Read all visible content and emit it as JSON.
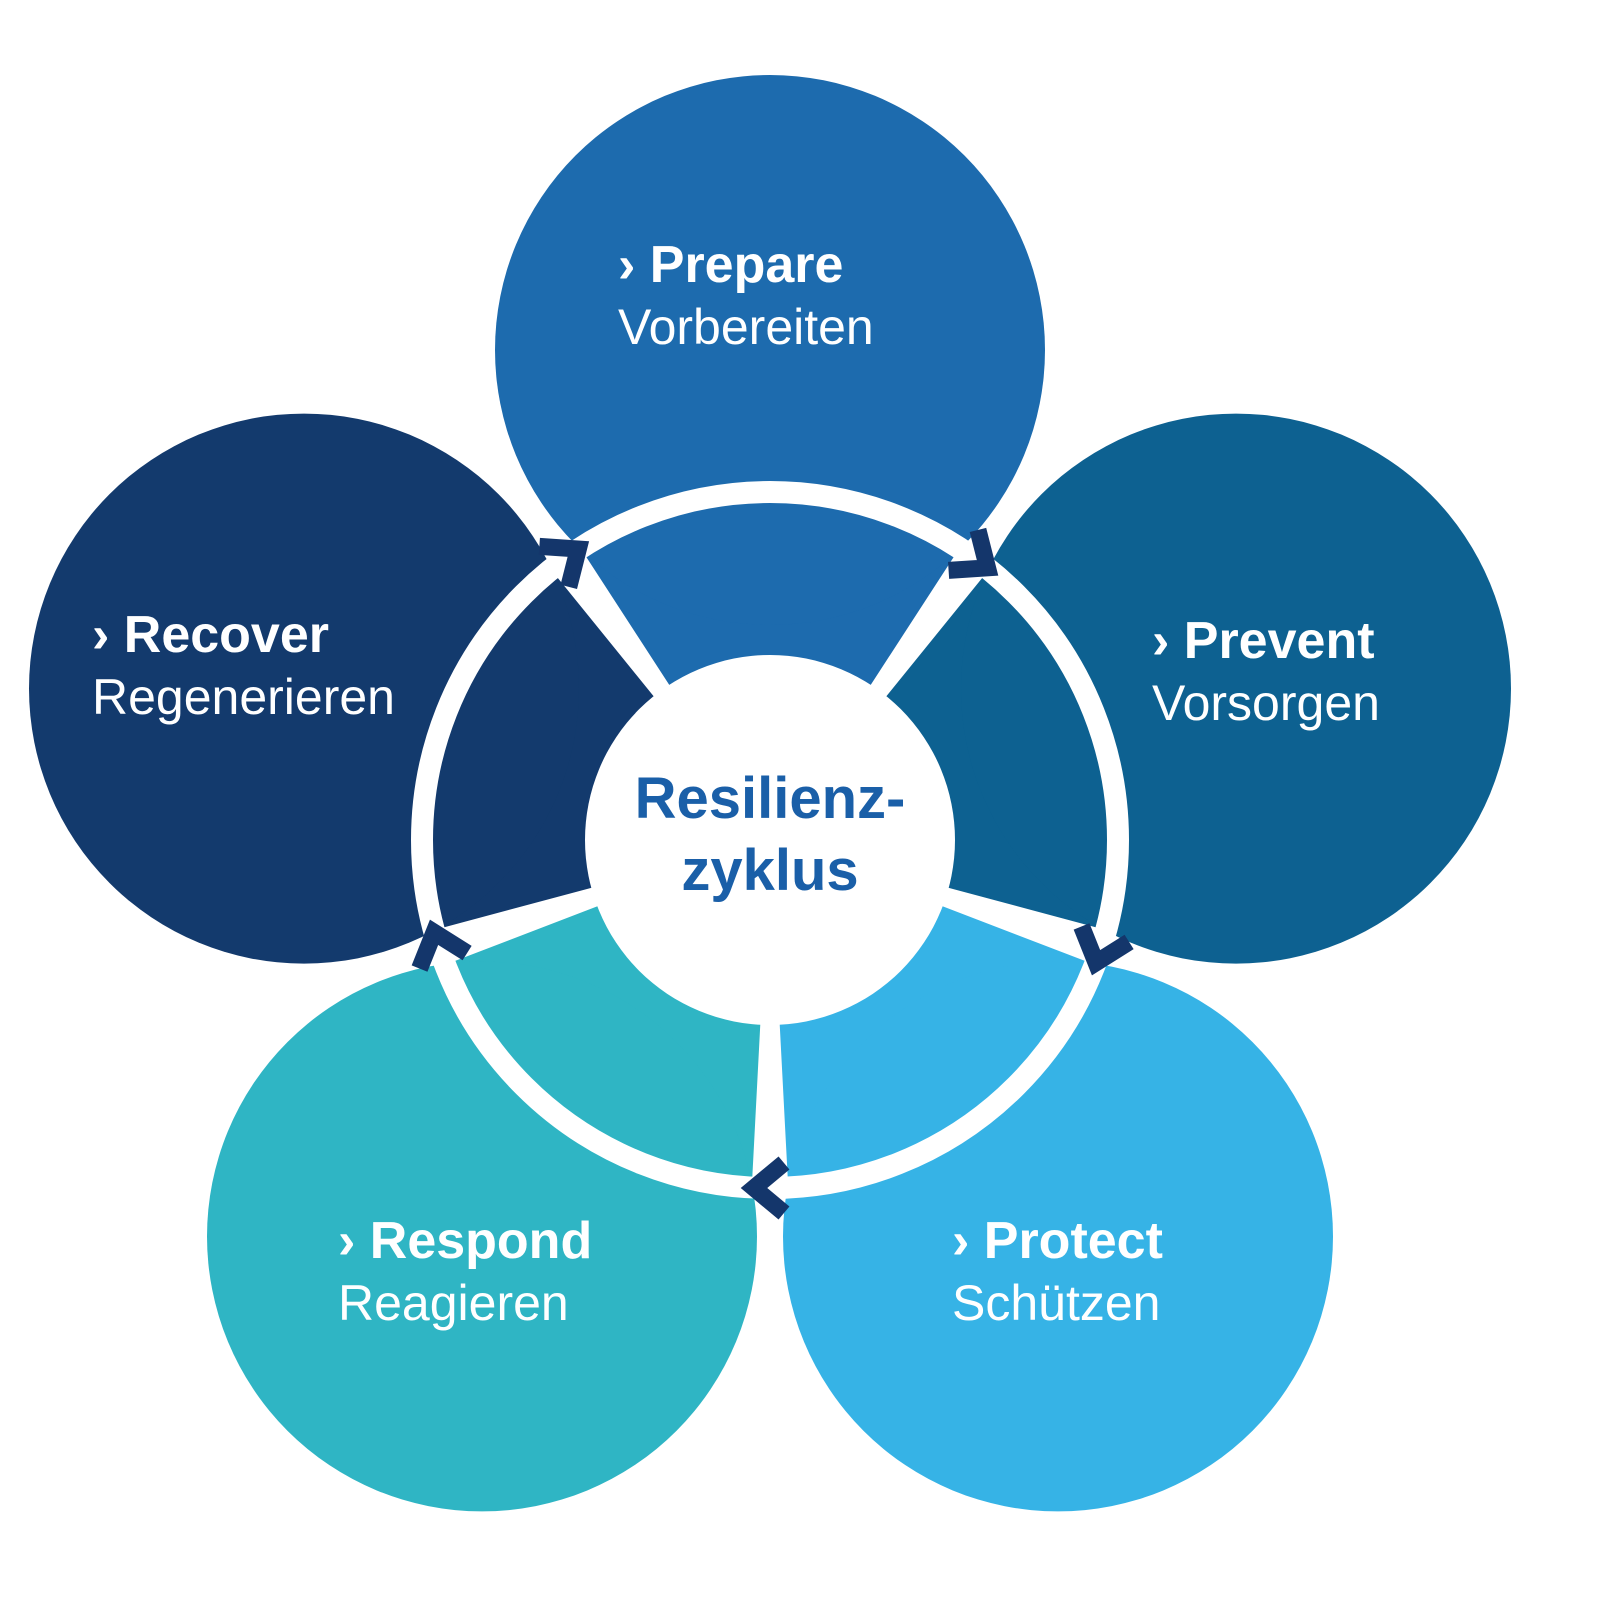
{
  "diagram": {
    "center": {
      "line1": "Resilienz-",
      "line2": "zyklus",
      "text_color": "#1a5fa8"
    },
    "arrow_color": "#14366b",
    "petals": [
      {
        "id": "prepare",
        "label": "› Prepare",
        "sublabel": "Vorbereiten",
        "color": "#1d6bae"
      },
      {
        "id": "prevent",
        "label": "› Prevent",
        "sublabel": "Vorsorgen",
        "color": "#0d6191"
      },
      {
        "id": "protect",
        "label": "› Protect",
        "sublabel": "Schützen",
        "color": "#36b3e6"
      },
      {
        "id": "respond",
        "label": "› Respond",
        "sublabel": "Reagieren",
        "color": "#2fb5c4"
      },
      {
        "id": "recover",
        "label": "› Recover",
        "sublabel": "Regenerieren",
        "color": "#133a6d"
      }
    ]
  }
}
